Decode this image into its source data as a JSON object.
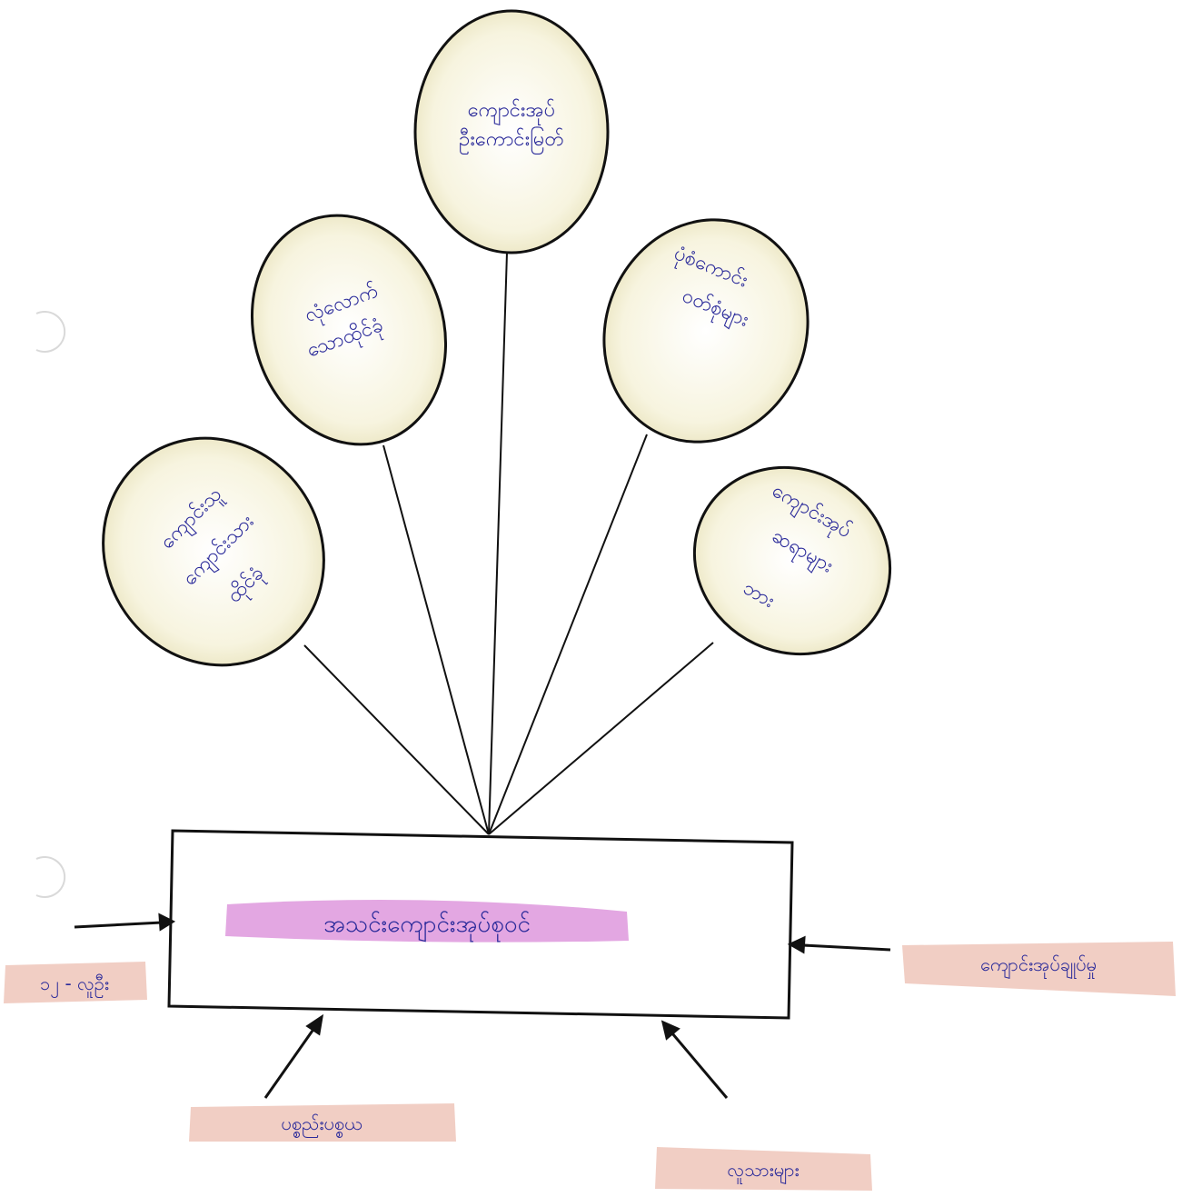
{
  "colors": {
    "balloon_fill": "#f4f1d6",
    "balloon_stroke": "#111111",
    "main_highlight": "#d98ad8",
    "label_highlight": "#efc9be",
    "handwriting": "#2a2a9a"
  },
  "balloons": [
    {
      "id": "top",
      "lines": [
        "ကျောင်းအုပ်",
        "ဦးကောင်းမြတ်"
      ]
    },
    {
      "id": "upper-left",
      "lines": [
        "လုံလောက်",
        "သောထိုင်ခုံ"
      ]
    },
    {
      "id": "upper-right",
      "lines": [
        "ပုံစံကောင်း",
        "ဝတ်စုံများ"
      ]
    },
    {
      "id": "lower-left",
      "lines": [
        "ကျောင်းသူ",
        "ကျောင်းသား",
        "ထိုင်ခုံ"
      ]
    },
    {
      "id": "lower-right",
      "lines": [
        "ကျောင်းအုပ်",
        "ဆရာများ",
        "ဘား"
      ]
    }
  ],
  "center_box": {
    "text": "အသင်းကျောင်းအုပ်စုဝင်"
  },
  "side_labels": {
    "left": "၁၂ - လူဦး",
    "right": "ကျောင်းအုပ်ချုပ်မှု",
    "bottom_left": "ပစ္စည်းပစ္စယ",
    "bottom_right": "လူသားများ"
  }
}
